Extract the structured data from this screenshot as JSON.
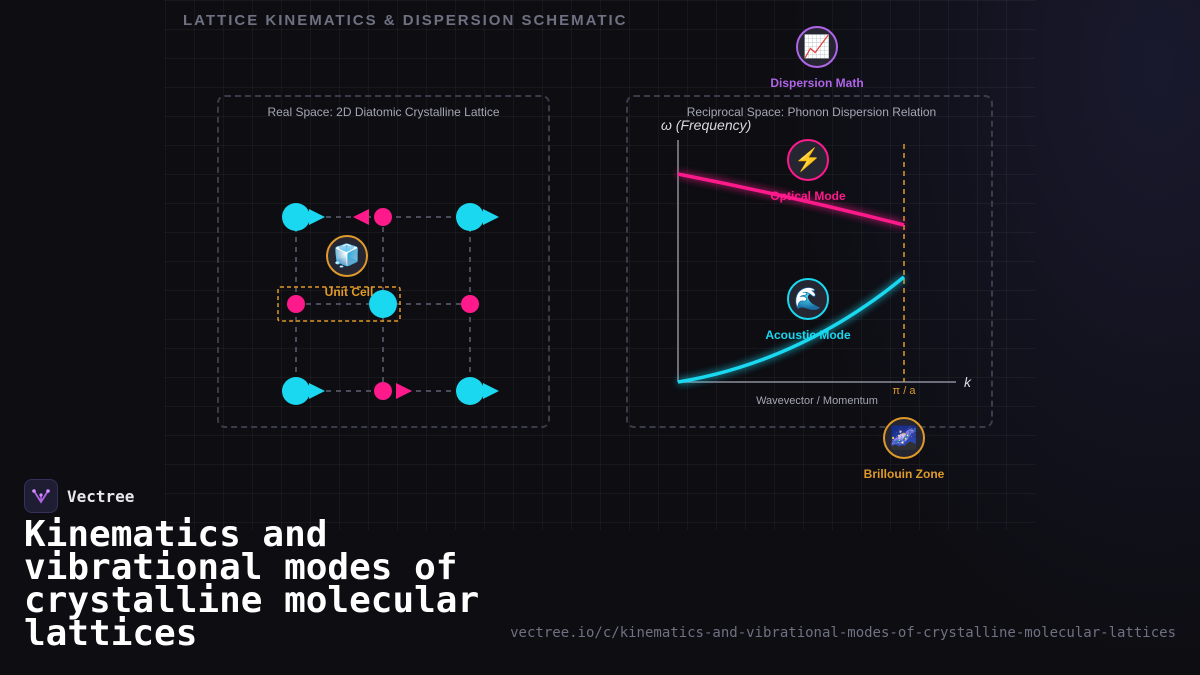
{
  "header": "LATTICE KINEMATICS & DISPERSION SCHEMATIC",
  "real_space": {
    "title": "Real Space: 2D Diatomic Crystalline Lattice",
    "unit_cell_label": "Unit Cell",
    "unit_cell_icon": "ice-cube-icon"
  },
  "reciprocal_space": {
    "title": "Reciprocal Space: Phonon Dispersion Relation",
    "y_axis_label": "ω (Frequency)",
    "x_axis_symbol": "k",
    "x_axis_label": "Wavevector / Momentum",
    "boundary_label": "π / a"
  },
  "badges": {
    "dispersion_math": {
      "label": "Dispersion Math",
      "icon": "chart-increasing-icon",
      "glyph": "📈",
      "color": "#b065e8"
    },
    "optical_mode": {
      "label": "Optical Mode",
      "icon": "lightning-icon",
      "glyph": "⚡",
      "color": "#ff1a8c"
    },
    "acoustic_mode": {
      "label": "Acoustic Mode",
      "icon": "water-wave-icon",
      "glyph": "🌊",
      "color": "#19d8f0"
    },
    "brillouin_zone": {
      "label": "Brillouin Zone",
      "icon": "milky-way-icon",
      "glyph": "🌌",
      "color": "#e09a2a"
    },
    "unit_cell": {
      "glyph": "🧊",
      "color": "#e09a2a"
    }
  },
  "colors": {
    "atom_a": "#19d8f0",
    "atom_b": "#ff1a8c",
    "unit_cell": "#e09a2a",
    "optical": "#ff1a8c",
    "acoustic": "#19d8f0"
  },
  "brand": {
    "name": "Vectree"
  },
  "title": "Kinematics and vibrational modes of crystalline molecular lattices",
  "url": "vectree.io/c/kinematics-and-vibrational-modes-of-crystalline-molecular-lattices"
}
